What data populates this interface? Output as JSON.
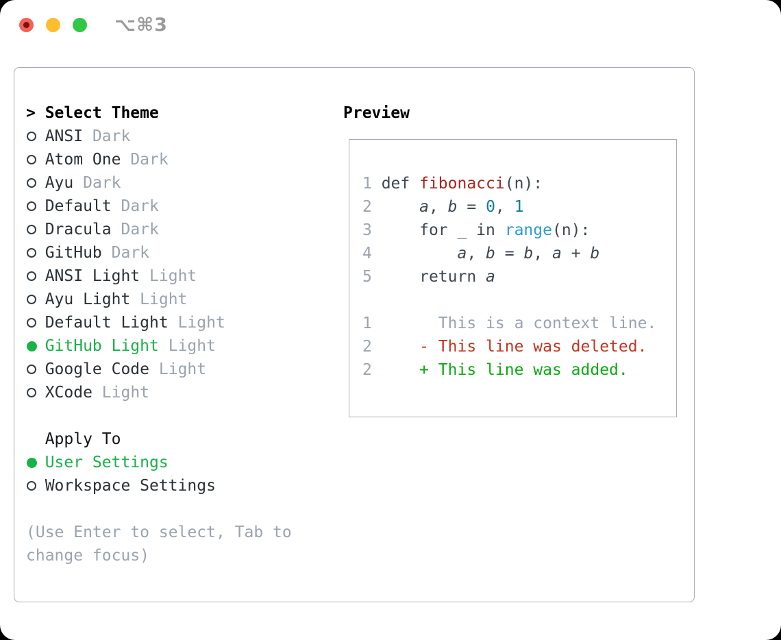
{
  "window": {
    "shortcut": "⌥⌘3"
  },
  "theme_panel": {
    "prompt": ">",
    "title": "Select Theme",
    "items": [
      {
        "name": "ANSI",
        "variant": "Dark",
        "selected": false
      },
      {
        "name": "Atom One",
        "variant": "Dark",
        "selected": false
      },
      {
        "name": "Ayu",
        "variant": "Dark",
        "selected": false
      },
      {
        "name": "Default",
        "variant": "Dark",
        "selected": false
      },
      {
        "name": "Dracula",
        "variant": "Dark",
        "selected": false
      },
      {
        "name": "GitHub",
        "variant": "Dark",
        "selected": false
      },
      {
        "name": "ANSI Light",
        "variant": "Light",
        "selected": false
      },
      {
        "name": "Ayu Light",
        "variant": "Light",
        "selected": false
      },
      {
        "name": "Default Light",
        "variant": "Light",
        "selected": false
      },
      {
        "name": "GitHub Light",
        "variant": "Light",
        "selected": true
      },
      {
        "name": "Google Code",
        "variant": "Light",
        "selected": false
      },
      {
        "name": "XCode",
        "variant": "Light",
        "selected": false
      }
    ]
  },
  "apply_to": {
    "title": "Apply To",
    "options": [
      {
        "label": "User Settings",
        "selected": true
      },
      {
        "label": "Workspace Settings",
        "selected": false
      }
    ]
  },
  "hint": "(Use Enter to select, Tab to change focus)",
  "preview": {
    "title": "Preview",
    "lines": [
      {
        "num": "1",
        "tokens": [
          {
            "t": "def ",
            "c": "code"
          },
          {
            "t": "fibonacci",
            "c": "fn"
          },
          {
            "t": "(n):",
            "c": "code"
          }
        ]
      },
      {
        "num": "2",
        "tokens": [
          {
            "t": "    ",
            "c": "code"
          },
          {
            "t": "a",
            "c": "code",
            "i": true
          },
          {
            "t": ", ",
            "c": "code"
          },
          {
            "t": "b",
            "c": "code",
            "i": true
          },
          {
            "t": " = ",
            "c": "code"
          },
          {
            "t": "0",
            "c": "num"
          },
          {
            "t": ", ",
            "c": "code"
          },
          {
            "t": "1",
            "c": "num"
          }
        ]
      },
      {
        "num": "3",
        "tokens": [
          {
            "t": "    for _ in ",
            "c": "code"
          },
          {
            "t": "range",
            "c": "blue"
          },
          {
            "t": "(n):",
            "c": "code"
          }
        ]
      },
      {
        "num": "4",
        "tokens": [
          {
            "t": "        ",
            "c": "code"
          },
          {
            "t": "a",
            "c": "code",
            "i": true
          },
          {
            "t": ", ",
            "c": "code"
          },
          {
            "t": "b",
            "c": "code",
            "i": true
          },
          {
            "t": " = ",
            "c": "code"
          },
          {
            "t": "b",
            "c": "code",
            "i": true
          },
          {
            "t": ", ",
            "c": "code"
          },
          {
            "t": "a",
            "c": "code",
            "i": true
          },
          {
            "t": " + ",
            "c": "code"
          },
          {
            "t": "b",
            "c": "code",
            "i": true
          }
        ]
      },
      {
        "num": "5",
        "tokens": [
          {
            "t": "    return ",
            "c": "code"
          },
          {
            "t": "a",
            "c": "code",
            "i": true
          }
        ]
      },
      {
        "num": "",
        "tokens": []
      },
      {
        "num": "1",
        "tokens": [
          {
            "t": "      This is a context line.",
            "c": "muted"
          }
        ]
      },
      {
        "num": "2",
        "tokens": [
          {
            "t": "    - This line was deleted.",
            "c": "del"
          }
        ]
      },
      {
        "num": "2",
        "tokens": [
          {
            "t": "    + This line was added.",
            "c": "add"
          }
        ]
      }
    ]
  },
  "colors": {
    "accent_green": "#17b347",
    "diff_added_green": "#0cab11",
    "diff_deleted_red": "#c3351f",
    "function_red": "#ad241e",
    "number_teal": "#0e7f8c",
    "builtin_blue": "#2e9bd6",
    "muted_gray": "#9aa3ae",
    "code_gray": "#3d4751",
    "border_gray": "#a6adb8",
    "traffic_red": "#f4605a",
    "traffic_yellow": "#fcbd2f",
    "traffic_green": "#33c748"
  }
}
